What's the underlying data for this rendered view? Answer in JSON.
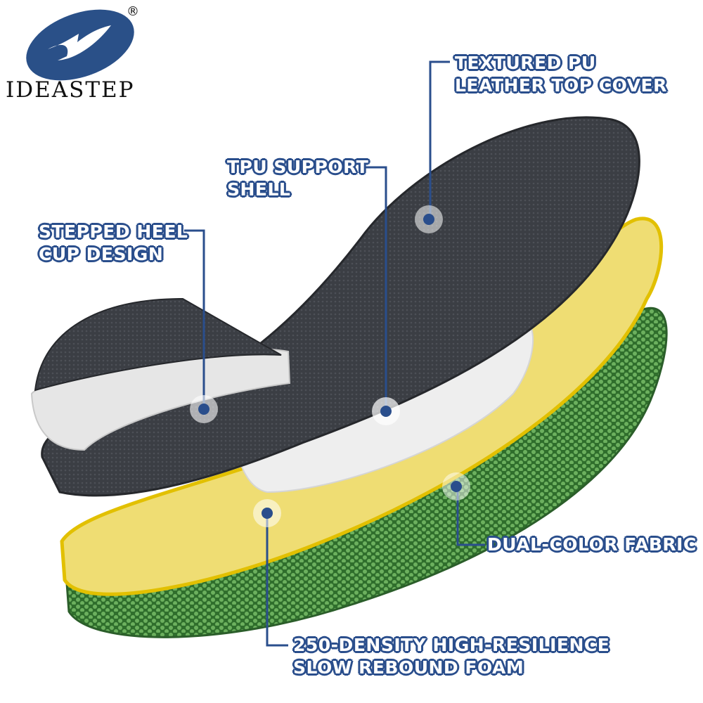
{
  "brand": {
    "name": "IDEASTEP",
    "registered_mark": "®"
  },
  "labels": {
    "top_cover": [
      "TEXTURED PU",
      "LEATHER TOP COVER"
    ],
    "tpu_shell": [
      "TPU SUPPORT",
      "SHELL"
    ],
    "heel_cup": [
      "STEPPED HEEL",
      "CUP DESIGN"
    ],
    "fabric": [
      "DUAL-COLOR FABRIC"
    ],
    "foam": [
      "250-DENSITY HIGH-RESILIENCE",
      "SLOW REBOUND FOAM"
    ]
  },
  "colors": {
    "accent": "#2a4e8c",
    "top_cover": "#3a3d42",
    "foam": "#ecd96a",
    "fabric": "#3f8a3c",
    "shell": "#efefef"
  }
}
